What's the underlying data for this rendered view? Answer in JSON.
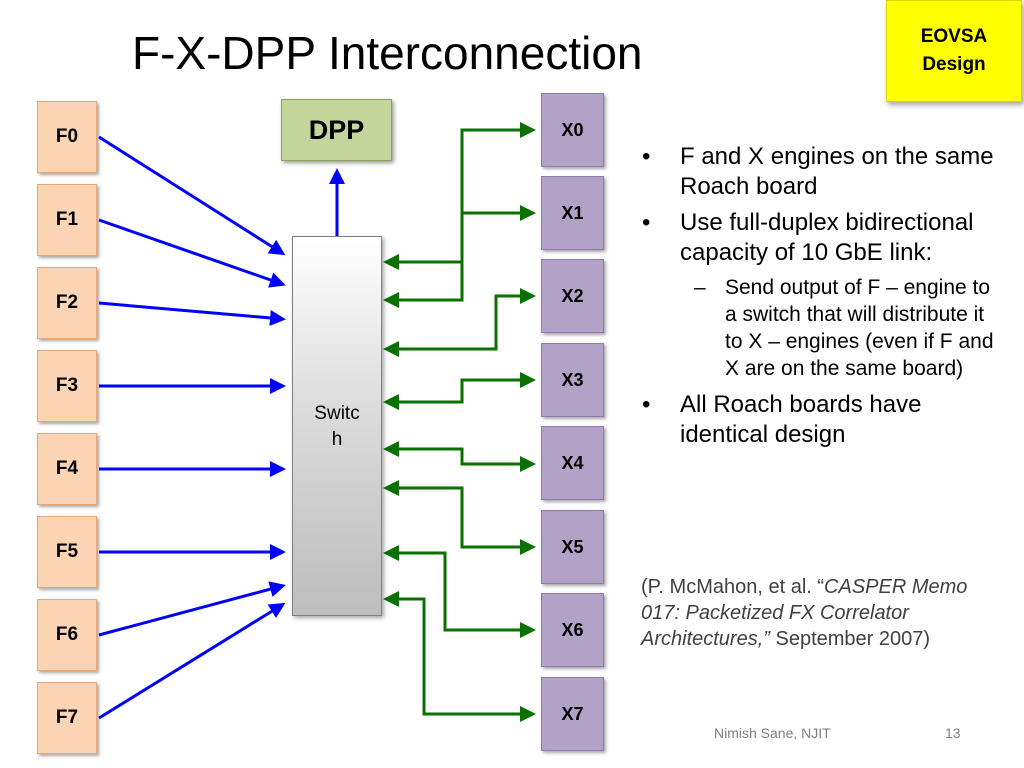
{
  "title": "F-X-DPP Interconnection",
  "badge": {
    "line1": "EOVSA",
    "line2": "Design"
  },
  "f_engines": [
    "F0",
    "F1",
    "F2",
    "F3",
    "F4",
    "F5",
    "F6",
    "F7"
  ],
  "x_engines": [
    "X0",
    "X1",
    "X2",
    "X3",
    "X4",
    "X5",
    "X6",
    "X7"
  ],
  "dpp_label": "DPP",
  "switch_label": {
    "line1": "Switc",
    "line2": "h"
  },
  "bullets": [
    {
      "text": "F and X engines on the same Roach board"
    },
    {
      "text": "Use full-duplex bidirectional capacity of 10 GbE link:",
      "sub": [
        "Send output of F – engine to a switch that will distribute it to X – engines (even if F and X are on the same board)"
      ]
    },
    {
      "text": "All Roach boards have identical design"
    }
  ],
  "citation": {
    "open": "(P. McMahon, et al. “",
    "italic": "CASPER Memo 017: Packetized FX Correlator Architectures,”",
    "close": " September 2007)"
  },
  "footer": {
    "author": "Nimish Sane, NJIT",
    "page": "13"
  },
  "colors": {
    "f_to_switch": "#0000ff",
    "switch_x_link": "#0a7000",
    "f_box": "#fbd4b4",
    "x_box": "#b2a2c7",
    "dpp_box": "#c3d69b",
    "badge": "#ffff00"
  }
}
